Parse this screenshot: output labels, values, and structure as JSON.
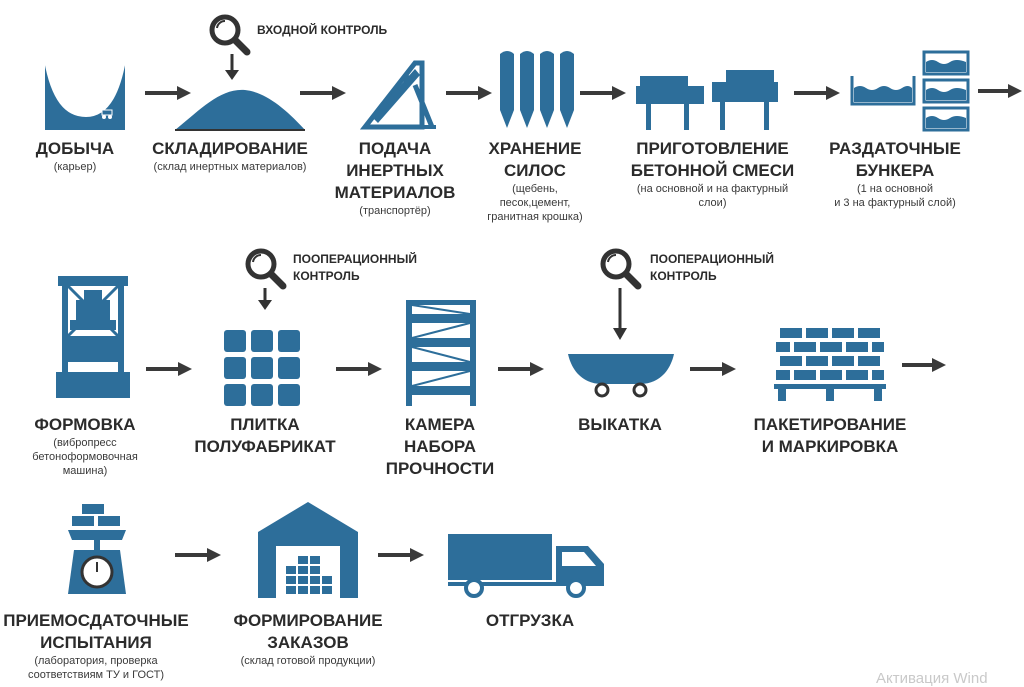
{
  "colors": {
    "icon": "#2d6e9a",
    "arrow": "#3a3a3a",
    "outline": "#333333"
  },
  "quality_checks": [
    {
      "id": "incoming",
      "label": "ВХОДНОЙ КОНТРОЛЬ",
      "icon": "magnifier-icon"
    },
    {
      "id": "operational-1",
      "label": "ПООПЕРАЦИОННЫЙ\nКОНТРОЛЬ",
      "icon": "magnifier-icon"
    },
    {
      "id": "operational-2",
      "label": "ПООПЕРАЦИОННЫЙ\nКОНТРОЛЬ",
      "icon": "magnifier-icon"
    }
  ],
  "steps": [
    {
      "id": "extraction",
      "title": "ДОБЫЧА",
      "subtitle": "(карьер)",
      "icon": "quarry-icon"
    },
    {
      "id": "storage",
      "title": "СКЛАДИРОВАНИЕ",
      "subtitle": "(склад инертных материалов)",
      "icon": "material-pile-icon"
    },
    {
      "id": "feeding",
      "title": "ПОДАЧА\nИНЕРТНЫХ\nМАТЕРИАЛОВ",
      "subtitle": "(транспортёр)",
      "icon": "conveyor-icon"
    },
    {
      "id": "silo",
      "title": "ХРАНЕНИЕ\nСИЛОС",
      "subtitle": "(щебень,\nпесок,цемент,\nгранитная крошка)",
      "icon": "silo-icon"
    },
    {
      "id": "mixing",
      "title": "ПРИГОТОВЛЕНИЕ\nБЕТОННОЙ СМЕСИ",
      "subtitle": "(на основной и на фактурный\nслои)",
      "icon": "mixer-icon"
    },
    {
      "id": "hoppers",
      "title": "РАЗДАТОЧНЫЕ\nБУНКЕРА",
      "subtitle": "(1 на основной\nи 3 на фактурный слой)",
      "icon": "hopper-icon"
    },
    {
      "id": "molding",
      "title": "ФОРМОВКА",
      "subtitle": "(вибропресс\nбетоноформовочная\nмашина)",
      "icon": "vibropress-icon"
    },
    {
      "id": "semi",
      "title": "ПЛИТКА\nПОЛУФАБРИКАТ",
      "subtitle": "",
      "icon": "tile-grid-icon"
    },
    {
      "id": "curing",
      "title": "КАМЕРА\nНАБОРА\nПРОЧНОСТИ",
      "subtitle": "",
      "icon": "curing-rack-icon"
    },
    {
      "id": "rollout",
      "title": "ВЫКАТКА",
      "subtitle": "",
      "icon": "cart-icon"
    },
    {
      "id": "packing",
      "title": "ПАКЕТИРОВАНИЕ\nИ МАРКИРОВКА",
      "subtitle": "",
      "icon": "brick-pallet-icon"
    },
    {
      "id": "testing",
      "title": "ПРИЕМОСДАТОЧНЫЕ\nИСПЫТАНИЯ",
      "subtitle": "(лаборатория, проверка\nсоответствиям ТУ и ГОСТ)",
      "icon": "scale-icon"
    },
    {
      "id": "orders",
      "title": "ФОРМИРОВАНИЕ\nЗАКАЗОВ",
      "subtitle": "(склад готовой продукции)",
      "icon": "warehouse-icon"
    },
    {
      "id": "shipping",
      "title": "ОТГРУЗКА",
      "subtitle": "",
      "icon": "truck-icon"
    }
  ],
  "watermark": "Активация Wind"
}
